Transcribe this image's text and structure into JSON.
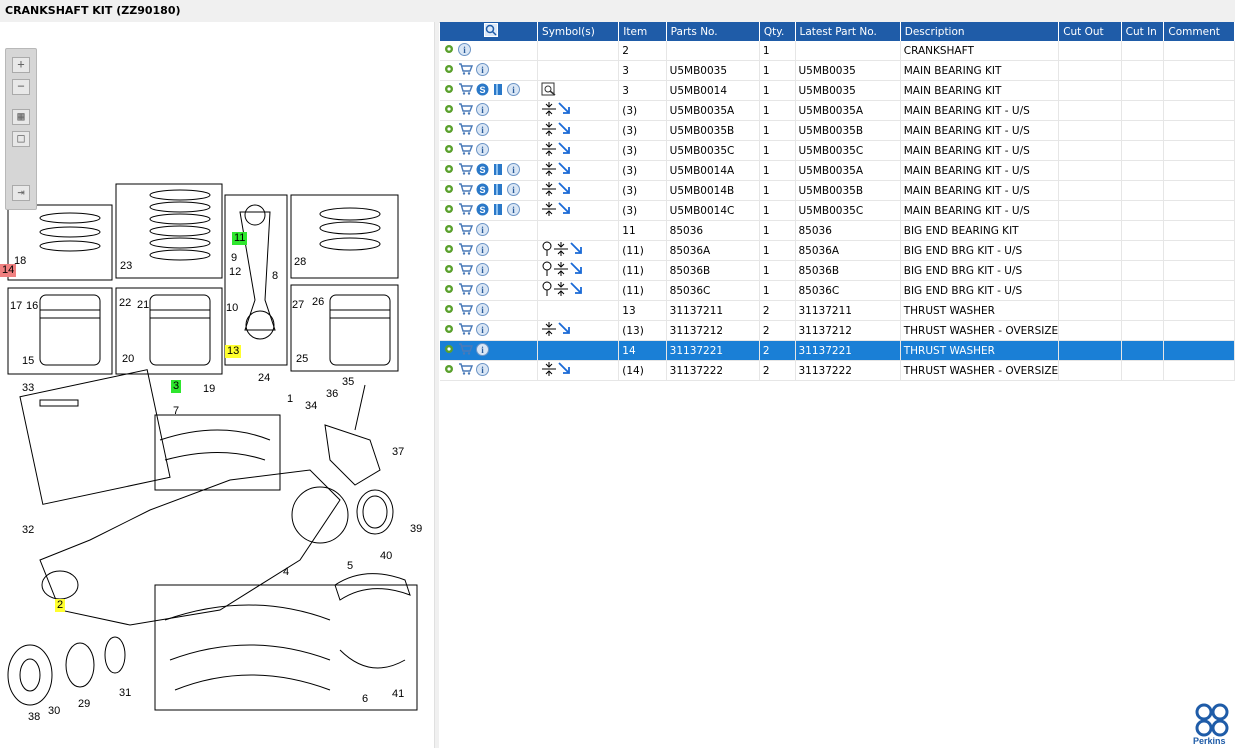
{
  "window": {
    "title": "CRANKSHAFT KIT (ZZ90180)"
  },
  "toolbar": {
    "icons": [
      "zoom-in-icon",
      "zoom-out-icon",
      "fit-page-icon",
      "actual-size-icon",
      "export-icon"
    ]
  },
  "table": {
    "columns": [
      "",
      "Symbol(s)",
      "Item",
      "Parts No.",
      "Qty.",
      "Latest Part No.",
      "Description",
      "Cut Out",
      "Cut In",
      "Comment"
    ],
    "rows": [
      {
        "icons": "gi",
        "symbols": "",
        "item": "2",
        "part": "",
        "qty": "1",
        "latest": "",
        "desc": "CRANKSHAFT"
      },
      {
        "icons": "gci",
        "symbols": "",
        "item": "3",
        "part": "U5MB0035",
        "qty": "1",
        "latest": "U5MB0035",
        "desc": "MAIN BEARING KIT"
      },
      {
        "icons": "gcsbi",
        "symbols": "q",
        "item": "3",
        "part": "U5MB0014",
        "qty": "1",
        "latest": "U5MB0035",
        "desc": "MAIN BEARING KIT"
      },
      {
        "icons": "gci",
        "symbols": "ca",
        "item": "(3)",
        "part": "U5MB0035A",
        "qty": "1",
        "latest": "U5MB0035A",
        "desc": "MAIN BEARING KIT - U/S"
      },
      {
        "icons": "gci",
        "symbols": "ca",
        "item": "(3)",
        "part": "U5MB0035B",
        "qty": "1",
        "latest": "U5MB0035B",
        "desc": "MAIN BEARING KIT - U/S"
      },
      {
        "icons": "gci",
        "symbols": "ca",
        "item": "(3)",
        "part": "U5MB0035C",
        "qty": "1",
        "latest": "U5MB0035C",
        "desc": "MAIN BEARING KIT - U/S"
      },
      {
        "icons": "gcsbi",
        "symbols": "ca",
        "item": "(3)",
        "part": "U5MB0014A",
        "qty": "1",
        "latest": "U5MB0035A",
        "desc": "MAIN BEARING KIT - U/S"
      },
      {
        "icons": "gcsbi",
        "symbols": "ca",
        "item": "(3)",
        "part": "U5MB0014B",
        "qty": "1",
        "latest": "U5MB0035B",
        "desc": "MAIN BEARING KIT - U/S"
      },
      {
        "icons": "gcsbi",
        "symbols": "ca",
        "item": "(3)",
        "part": "U5MB0014C",
        "qty": "1",
        "latest": "U5MB0035C",
        "desc": "MAIN BEARING KIT - U/S"
      },
      {
        "icons": "gci",
        "symbols": "",
        "item": "11",
        "part": "85036",
        "qty": "1",
        "latest": "85036",
        "desc": "BIG END BEARING KIT"
      },
      {
        "icons": "gci",
        "symbols": "pca",
        "item": "(11)",
        "part": "85036A",
        "qty": "1",
        "latest": "85036A",
        "desc": "BIG END BRG KIT - U/S"
      },
      {
        "icons": "gci",
        "symbols": "pca",
        "item": "(11)",
        "part": "85036B",
        "qty": "1",
        "latest": "85036B",
        "desc": "BIG END BRG KIT - U/S"
      },
      {
        "icons": "gci",
        "symbols": "pca",
        "item": "(11)",
        "part": "85036C",
        "qty": "1",
        "latest": "85036C",
        "desc": "BIG END BRG KIT - U/S"
      },
      {
        "icons": "gci",
        "symbols": "",
        "item": "13",
        "part": "31137211",
        "qty": "2",
        "latest": "31137211",
        "desc": "THRUST WASHER"
      },
      {
        "icons": "gci",
        "symbols": "ca",
        "item": "(13)",
        "part": "31137212",
        "qty": "2",
        "latest": "31137212",
        "desc": "THRUST WASHER - OVERSIZE"
      },
      {
        "icons": "gci",
        "symbols": "",
        "item": "14",
        "part": "31137221",
        "qty": "2",
        "latest": "31137221",
        "desc": "THRUST WASHER",
        "selected": true
      },
      {
        "icons": "gci",
        "symbols": "ca",
        "item": "(14)",
        "part": "31137222",
        "qty": "2",
        "latest": "31137222",
        "desc": "THRUST WASHER - OVERSIZE"
      }
    ]
  },
  "callouts": {
    "n1": "1",
    "n2": "2",
    "n3": "3",
    "n4": "4",
    "n5": "5",
    "n6": "6",
    "n7": "7",
    "n8": "8",
    "n9": "9",
    "n10": "10",
    "n11": "11",
    "n12": "12",
    "n13": "13",
    "n14": "14",
    "n15": "15",
    "n16": "16",
    "n17": "17",
    "n18": "18",
    "n19": "19",
    "n20": "20",
    "n21": "21",
    "n22": "22",
    "n23": "23",
    "n24": "24",
    "n25": "25",
    "n26": "26",
    "n27": "27",
    "n28": "28",
    "n29": "29",
    "n30": "30",
    "n31": "31",
    "n32": "32",
    "n33": "33",
    "n34": "34",
    "n35": "35",
    "n36": "36",
    "n37": "37",
    "n38": "38",
    "n39": "39",
    "n40": "40",
    "n41": "41"
  },
  "brand": {
    "name": "Perkins",
    "color": "#1f5ca8"
  },
  "colors": {
    "header": "#1f5ca8",
    "selected": "#1a7fd6",
    "highlight_yellow": "#ffff2e",
    "highlight_green": "#2ee62e",
    "highlight_red": "#f08080"
  }
}
